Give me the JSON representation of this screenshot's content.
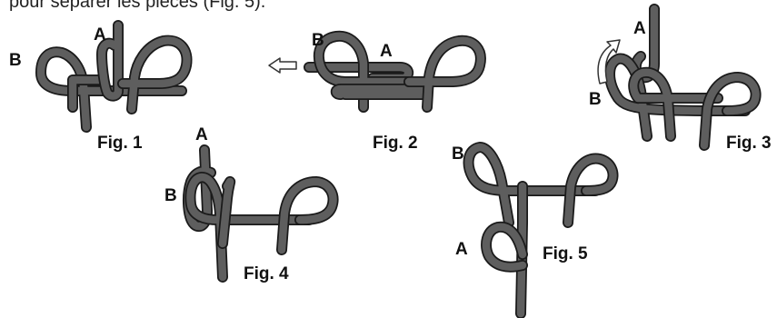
{
  "header": {
    "text": "pour séparer les pièces (Fig. 5)."
  },
  "figures": [
    {
      "label": "Fig. 1",
      "end_a": "A",
      "end_b": "B"
    },
    {
      "label": "Fig. 2",
      "end_a": "A",
      "end_b": "B"
    },
    {
      "label": "Fig. 3",
      "end_a": "A",
      "end_b": "B"
    },
    {
      "label": "Fig. 4",
      "end_a": "A",
      "end_b": "B"
    },
    {
      "label": "Fig. 5",
      "end_a": "A",
      "end_b": "B"
    }
  ],
  "colors": {
    "wire": "#5e5e5e",
    "outline": "#1a1a1a",
    "arrow_fill": "#ffffff",
    "arrow_stroke": "#333333"
  },
  "icons": {
    "fig2_arrow": "left-arrow-icon",
    "fig3_arrow": "curved-up-arrow-icon"
  }
}
